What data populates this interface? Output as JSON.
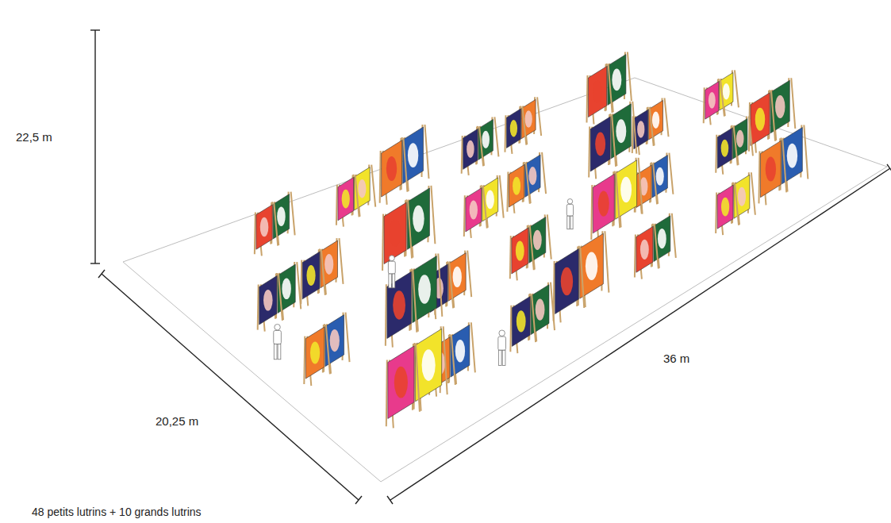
{
  "diagram": {
    "labels": [
      "22,5 m",
      "20,25 m",
      "36 m",
      "48 petits lutrins + 10 grands lutrins"
    ]
  }
}
